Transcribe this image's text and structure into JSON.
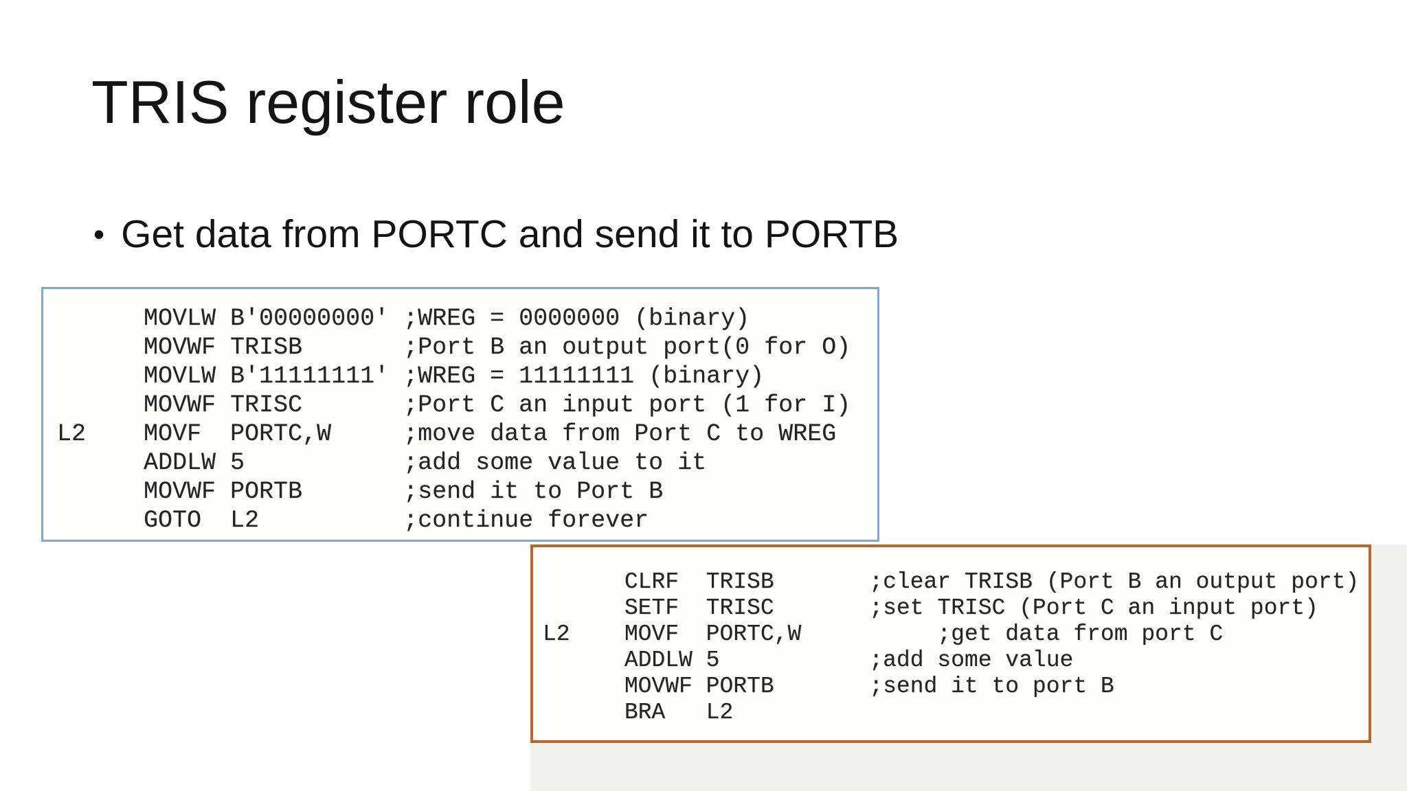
{
  "slide": {
    "title": "TRIS register role",
    "bullet_marker": "•",
    "bullet_text": "Get data from PORTC and send it to PORTB"
  },
  "colors": {
    "blue_box_border": "#7da7d9",
    "orange_box_border": "#bd6428",
    "scan_background": "#f1f1ef",
    "code_paper": "#fdfdfc",
    "code_ink": "#242424"
  },
  "code_blocks": {
    "goto_version": {
      "lines": [
        "      MOVLW B'00000000' ;WREG = 0000000 (binary)",
        "      MOVWF TRISB       ;Port B an output port(0 for O)",
        "      MOVLW B'11111111' ;WREG = 11111111 (binary)",
        "      MOVWF TRISC       ;Port C an input port (1 for I)",
        "L2    MOVF  PORTC,W     ;move data from Port C to WREG",
        "      ADDLW 5           ;add some value to it",
        "      MOVWF PORTB       ;send it to Port B",
        "      GOTO  L2          ;continue forever"
      ]
    },
    "bra_version": {
      "lines": [
        "      CLRF  TRISB       ;clear TRISB (Port B an output port)",
        "      SETF  TRISC       ;set TRISC (Port C an input port)",
        "L2    MOVF  PORTC,W          ;get data from port C",
        "      ADDLW 5           ;add some value",
        "      MOVWF PORTB       ;send it to port B",
        "      BRA   L2"
      ]
    }
  }
}
